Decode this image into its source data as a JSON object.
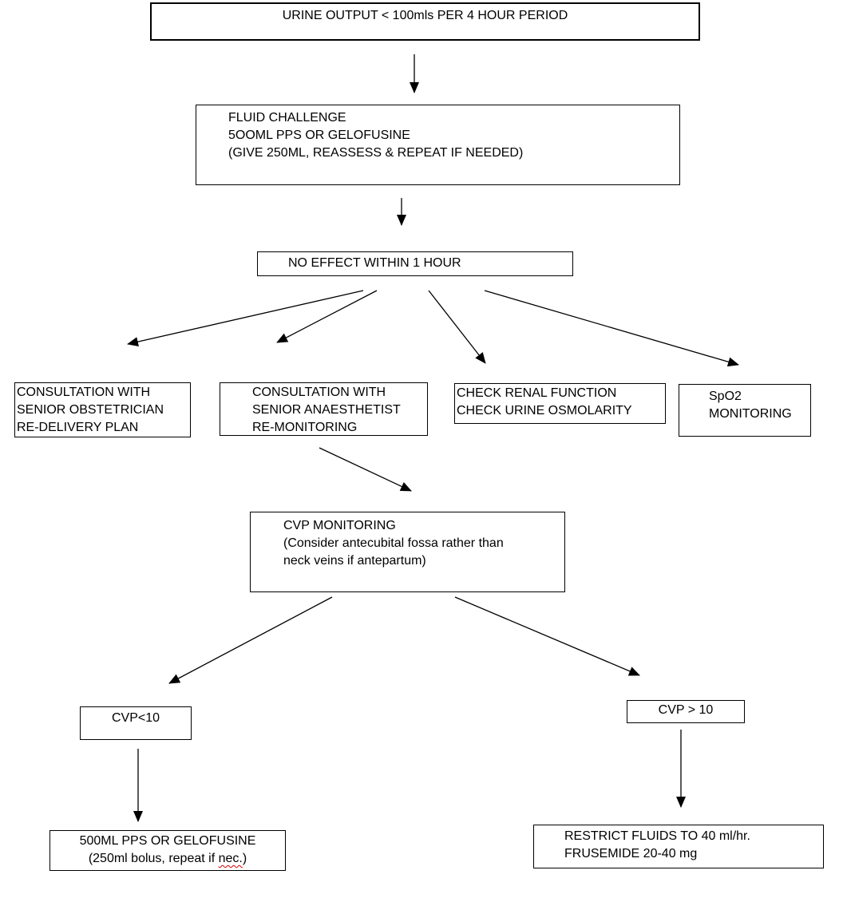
{
  "page": {
    "background": "#ffffff",
    "line_color": "#000000",
    "misspell_underline_color": "#d40000"
  },
  "nodes": {
    "urine_output": {
      "lines": [
        "URINE OUTPUT < 100mls PER 4 HOUR PERIOD"
      ]
    },
    "fluid_challenge": {
      "lines": [
        "FLUID CHALLENGE",
        "5OOML PPS OR GELOFUSINE",
        "(GIVE 250ML, REASSESS & REPEAT IF NEEDED)"
      ]
    },
    "no_effect": {
      "lines": [
        "NO EFFECT WITHIN 1 HOUR"
      ]
    },
    "consult_obstetrician": {
      "lines": [
        "CONSULTATION WITH",
        "SENIOR OBSTETRICIAN",
        "RE-DELIVERY PLAN"
      ]
    },
    "consult_anaesthetist": {
      "lines": [
        "CONSULTATION WITH",
        "SENIOR ANAESTHETIST",
        "RE-MONITORING"
      ]
    },
    "check_renal": {
      "lines": [
        "CHECK RENAL FUNCTION",
        "CHECK URINE OSMOLARITY"
      ]
    },
    "spo2_monitoring": {
      "lines": [
        "SpO2",
        "MONITORING"
      ]
    },
    "cvp_monitoring": {
      "lines": [
        "CVP MONITORING",
        "(Consider antecubital fossa rather than",
        "neck veins if antepartum)"
      ]
    },
    "cvp_low": {
      "lines": [
        "CVP<10"
      ]
    },
    "cvp_high": {
      "lines": [
        "CVP > 10"
      ]
    },
    "fluid_bolus": {
      "line1": "500ML PPS OR GELOFUSINE",
      "line2_prefix": "(250ml bolus, repeat if ",
      "line2_misspelled": "nec.",
      "line2_suffix": ")"
    },
    "restrict_fluids": {
      "lines": [
        "RESTRICT FLUIDS TO 40 ml/hr.",
        "FRUSEMIDE 20-40 mg"
      ]
    }
  },
  "edges": [
    {
      "from": "urine_output",
      "to": "fluid_challenge"
    },
    {
      "from": "fluid_challenge",
      "to": "no_effect"
    },
    {
      "from": "no_effect",
      "to": "consult_obstetrician"
    },
    {
      "from": "no_effect",
      "to": "consult_anaesthetist"
    },
    {
      "from": "no_effect",
      "to": "check_renal"
    },
    {
      "from": "no_effect",
      "to": "spo2_monitoring"
    },
    {
      "from": "consult_anaesthetist",
      "to": "cvp_monitoring"
    },
    {
      "from": "cvp_monitoring",
      "to": "cvp_low"
    },
    {
      "from": "cvp_monitoring",
      "to": "cvp_high"
    },
    {
      "from": "cvp_low",
      "to": "fluid_bolus"
    },
    {
      "from": "cvp_high",
      "to": "restrict_fluids"
    }
  ]
}
